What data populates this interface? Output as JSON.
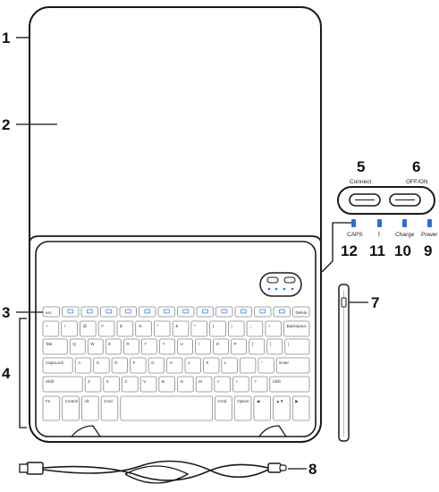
{
  "callouts": {
    "c1": "1",
    "c2": "2",
    "c3": "3",
    "c4": "4",
    "c5": "5",
    "c6": "6",
    "c7": "7",
    "c8": "8",
    "c9": "9",
    "c10": "10",
    "c11": "11",
    "c12": "12"
  },
  "switch_labels": {
    "connect": "Connect",
    "off_on": "OFF/ON"
  },
  "indicator_labels": {
    "caps": "CAPS",
    "bluetooth": "ᛒ",
    "charge": "Charge",
    "power": "Power"
  },
  "keys": {
    "row1": [
      "esc",
      "",
      "",
      "",
      "",
      "",
      "",
      "",
      "",
      "",
      "",
      "",
      "",
      "Delete"
    ],
    "row2": [
      "~",
      "!",
      "@",
      "#",
      "$",
      "%",
      "^",
      "&",
      "*",
      "(",
      ")",
      "_",
      "+",
      "Backspace"
    ],
    "row3": [
      "Tab",
      "Q",
      "W",
      "E",
      "R",
      "T",
      "Y",
      "U",
      "I",
      "O",
      "P",
      "{",
      "}",
      "|"
    ],
    "row4": [
      "CapsLock",
      "A",
      "S",
      "D",
      "F",
      "G",
      "H",
      "J",
      "K",
      "L",
      ":",
      "\"",
      "Enter"
    ],
    "row5": [
      "Shift",
      "Z",
      "X",
      "C",
      "V",
      "B",
      "N",
      "M",
      "<",
      ">",
      "?",
      "Shift"
    ],
    "row6": [
      "Fn",
      "Control",
      "Alt",
      "Cmd",
      "",
      "Cmd",
      "Option",
      "◀",
      "▲▼",
      "▶"
    ]
  },
  "colors": {
    "outline": "#1a1a1a",
    "accent": "#2b6fd6",
    "key_border": "#888888"
  }
}
